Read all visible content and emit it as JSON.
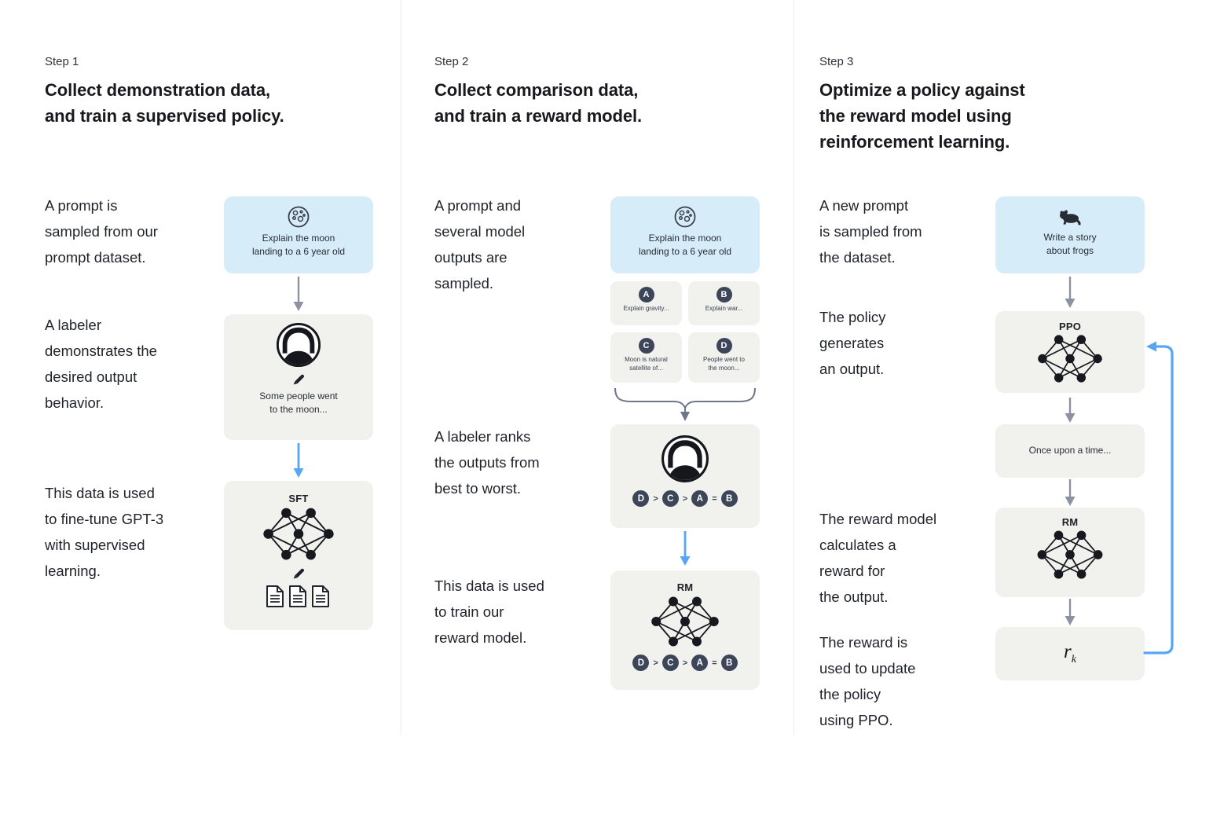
{
  "colors": {
    "prompt_box_bg": "#d7ecf9",
    "panel_box_bg": "#f1f1ee",
    "badge_bg": "#3d4559",
    "arrow_gray": "#8d92a3",
    "arrow_blue": "#57a6f6",
    "text_primary": "#1f2228"
  },
  "step1": {
    "label": "Step 1",
    "title": "Collect demonstration data,\nand train a supervised policy.",
    "caption_prompt": "A prompt is\nsampled from our\nprompt dataset.",
    "caption_labeler": "A labeler\ndemonstrates the\ndesired output\nbehavior.",
    "caption_finetune": "This data is used\nto fine-tune GPT-3\nwith supervised\nlearning.",
    "prompt_box_text": "Explain the moon\nlanding to a 6 year old",
    "labeler_box_text": "Some people went\nto the moon...",
    "sft_label": "SFT"
  },
  "step2": {
    "label": "Step 2",
    "title": "Collect comparison data,\nand train a reward model.",
    "caption_sampled": "A prompt and\nseveral model\noutputs are\nsampled.",
    "caption_ranks": "A labeler ranks\nthe outputs from\nbest to worst.",
    "caption_train": "This data is used\nto train our\nreward model.",
    "prompt_box_text": "Explain the moon\nlanding to a 6 year old",
    "outputs": [
      {
        "badge": "A",
        "text": "Explain gravity..."
      },
      {
        "badge": "B",
        "text": "Explain war..."
      },
      {
        "badge": "C",
        "text": "Moon is natural\nsatellite of..."
      },
      {
        "badge": "D",
        "text": "People went to\nthe moon..."
      }
    ],
    "ranking": {
      "items": [
        "D",
        "C",
        "A",
        "B"
      ],
      "seps": [
        ">",
        ">",
        "="
      ]
    },
    "rm_label": "RM"
  },
  "step3": {
    "label": "Step 3",
    "title": "Optimize a policy against\nthe reward model using\nreinforcement learning.",
    "caption_new_prompt": "A new prompt\nis sampled from\nthe dataset.",
    "caption_policy": "The policy\ngenerates\nan output.",
    "caption_reward": "The reward model\ncalculates a\nreward for\nthe output.",
    "caption_update": "The reward is\nused to update\nthe policy\nusing PPO.",
    "prompt_box_text": "Write a story\nabout frogs",
    "ppo_label": "PPO",
    "output_box_text": "Once upon a time...",
    "rm_label": "RM",
    "reward_symbol": "r",
    "reward_subscript": "k"
  }
}
